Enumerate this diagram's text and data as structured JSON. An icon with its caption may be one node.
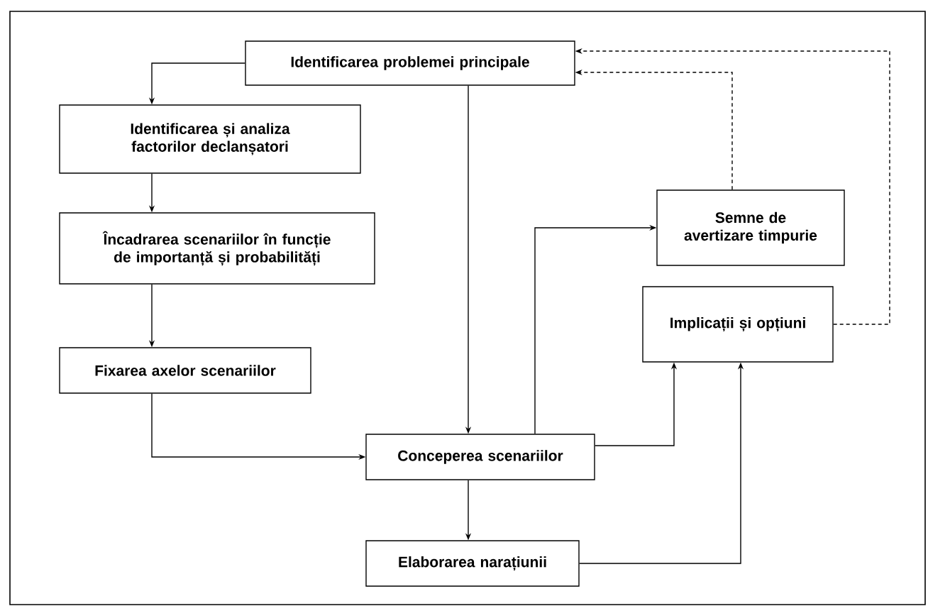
{
  "diagram": {
    "nodes": [
      {
        "text": [
          "Identificarea problemei principale"
        ]
      },
      {
        "text": [
          "Identificarea și analiza factorilor declanșatori"
        ]
      },
      {
        "text": [
          "Încadrarea scenariilor în funcție de importanță și probabilități"
        ]
      },
      {
        "text": [
          "Fixarea axelor scenariilor"
        ]
      },
      {
        "text": [
          "Conceperea scenariilor"
        ]
      },
      {
        "text": [
          "Elaborarea narațiunii"
        ]
      },
      {
        "text": [
          "Semne de avertizare timpurie"
        ]
      },
      {
        "text": [
          "Implicații și opțiuni"
        ]
      }
    ],
    "edges": [
      {
        "from": 0,
        "to": 1,
        "arrow": "to"
      },
      {
        "from": 1,
        "to": 2,
        "arrow": "to"
      },
      {
        "from": 2,
        "to": 3,
        "arrow": "to"
      },
      {
        "from": 3,
        "to": 4,
        "arrow": "to"
      },
      {
        "from": 0,
        "to": 4,
        "arrow": "to"
      },
      {
        "from": 4,
        "to": 6,
        "arrow": "to"
      },
      {
        "from": 4,
        "to": 7,
        "arrow": "to"
      },
      {
        "from": 5,
        "to": 7,
        "arrow": "to"
      },
      {
        "from": 6,
        "to": 0,
        "arrow": "to",
        "style": "dashed"
      },
      {
        "from": 7,
        "to": 0,
        "arrow": "to",
        "style": "dashed"
      },
      {
        "from": 4,
        "to": 5,
        "arrow": "to"
      }
    ]
  }
}
